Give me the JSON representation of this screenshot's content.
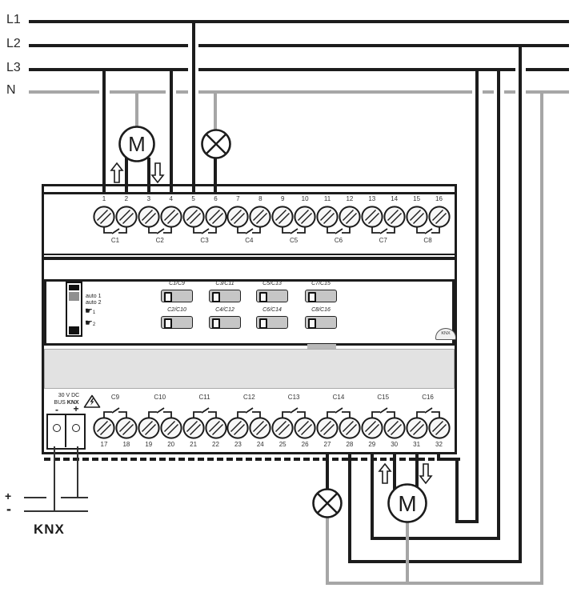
{
  "bus": {
    "labels": [
      "L1",
      "L2",
      "L3",
      "N"
    ]
  },
  "loads": {
    "motor_top": "M",
    "motor_bottom": "M"
  },
  "terminals": {
    "top": [
      "1",
      "2",
      "3",
      "4",
      "5",
      "6",
      "7",
      "8",
      "9",
      "10",
      "11",
      "12",
      "13",
      "14",
      "15",
      "16"
    ],
    "bottom": [
      "17",
      "18",
      "19",
      "20",
      "21",
      "22",
      "23",
      "24",
      "25",
      "26",
      "27",
      "28",
      "29",
      "30",
      "31",
      "32"
    ]
  },
  "channels": {
    "top": [
      "C1",
      "C2",
      "C3",
      "C4",
      "C5",
      "C6",
      "C7",
      "C8"
    ],
    "bottom": [
      "C9",
      "C10",
      "C11",
      "C12",
      "C13",
      "C14",
      "C15",
      "C16"
    ]
  },
  "panel": {
    "mode_labels": [
      "auto 1",
      "auto 2"
    ],
    "hand_positions": [
      "1",
      "2"
    ],
    "button_labels_row1": [
      "C1/C9",
      "C3/C11",
      "C5/C13",
      "C7/C15"
    ],
    "button_labels_row2": [
      "C2/C10",
      "C4/C12",
      "C6/C14",
      "C8/C16"
    ],
    "logo": "KNX"
  },
  "power": {
    "voltage": "30 V DC",
    "bus_word": "BUS",
    "bus_name": "KNX",
    "minus": "-",
    "plus": "+"
  },
  "bus_connection": {
    "plus": "+",
    "minus": "-",
    "label": "KNX"
  },
  "colors": {
    "wire": "#1c1c1c",
    "neutral": "#a6a6a6",
    "panel_band": "#e2e2e2",
    "button": "#c6c6c6"
  }
}
